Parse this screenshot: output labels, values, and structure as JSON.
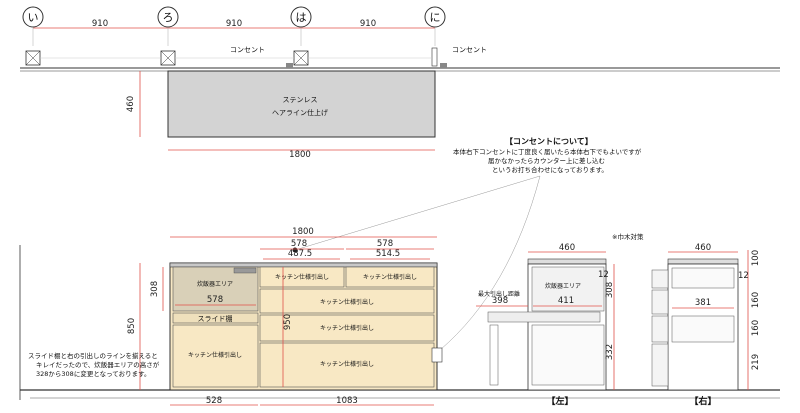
{
  "grid": {
    "labels": [
      "い",
      "ろ",
      "は",
      "に"
    ],
    "spacings": [
      "910",
      "910",
      "910"
    ]
  },
  "outlets": {
    "label1": "コンセント",
    "label2": "コンセント"
  },
  "plan": {
    "top_label_line1": "ステンレス",
    "top_label_line2": "ヘアライン仕上げ",
    "depth": "460",
    "width": "1800"
  },
  "note": {
    "title": "【コンセントについて】",
    "line1": "本体右下コンセントに丁度良く届いたら本体右下でもよいですが",
    "line2": "届かなかったらカウンター上に差し込む",
    "line3": "というお打ち合わせになっております。"
  },
  "elevation": {
    "total_width": "1800",
    "left_col_width": "578",
    "right_dim_a": "578",
    "right_dim_b": "578",
    "inner_a": "487.5",
    "inner_b": "514.5",
    "height_total": "850",
    "height_appliance": "308",
    "height_950": "950",
    "bottom_left": "528",
    "bottom_right": "1083",
    "labels": {
      "appliance_area": "炊飯器エリア",
      "slide_shelf": "スライド棚",
      "kitchen_drawer": "キッチン仕様引出し"
    },
    "side_note": {
      "line1": "スライド棚と右の引出しのラインを揃えると",
      "line2": "キレイだったので、炊飯器エリアの高さが",
      "line3": "328から308に変更となっております。"
    }
  },
  "left_view": {
    "caption": "【左】",
    "width": "460",
    "slide_out_label": "最大引出し距離",
    "slide_out": "398",
    "appliance_label": "炊飯器エリア",
    "appliance_depth": "411",
    "d12": "12",
    "d308": "308",
    "d332": "332"
  },
  "right_view": {
    "caption": "【右】",
    "note": "※巾木対策",
    "width": "460",
    "depth_381": "381",
    "d100": "100",
    "d12": "12",
    "d160a": "160",
    "d160b": "160",
    "d219": "219"
  }
}
